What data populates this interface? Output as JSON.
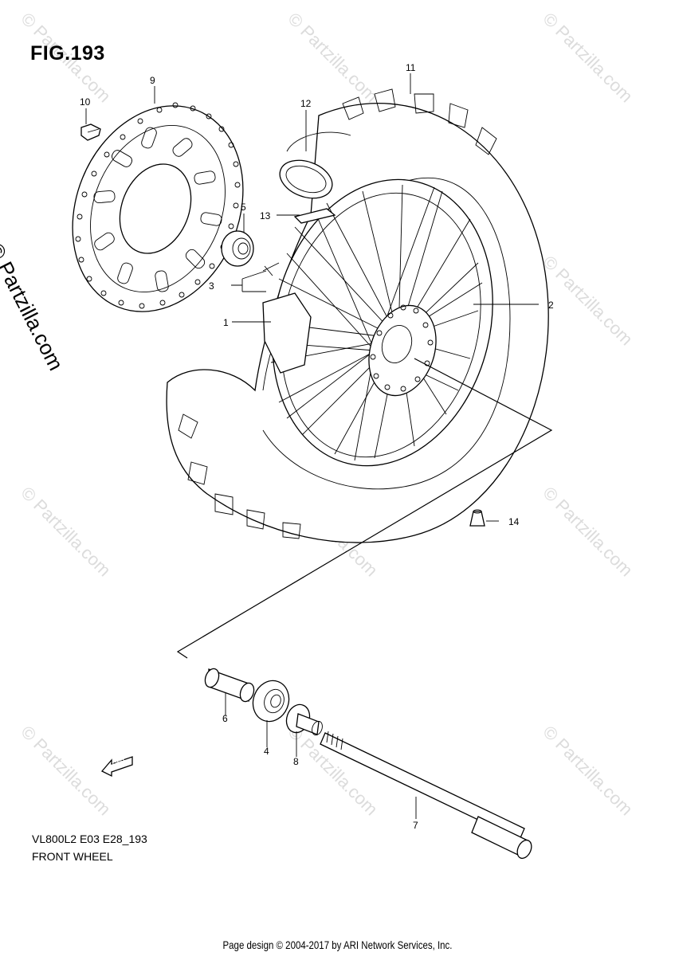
{
  "figure_title": "FIG.193",
  "watermark_text": "© Partzilla.com",
  "footer": {
    "model_code": "VL800L2 E03 E28_193",
    "diagram_name": "FRONT WHEEL"
  },
  "credit": "Page design © 2004-2017 by ARI Network Services, Inc.",
  "callouts": [
    "1",
    "2",
    "3",
    "4",
    "5",
    "6",
    "7",
    "8",
    "9",
    "10",
    "11",
    "12",
    "13",
    "14"
  ],
  "fwd_label": "FWD"
}
